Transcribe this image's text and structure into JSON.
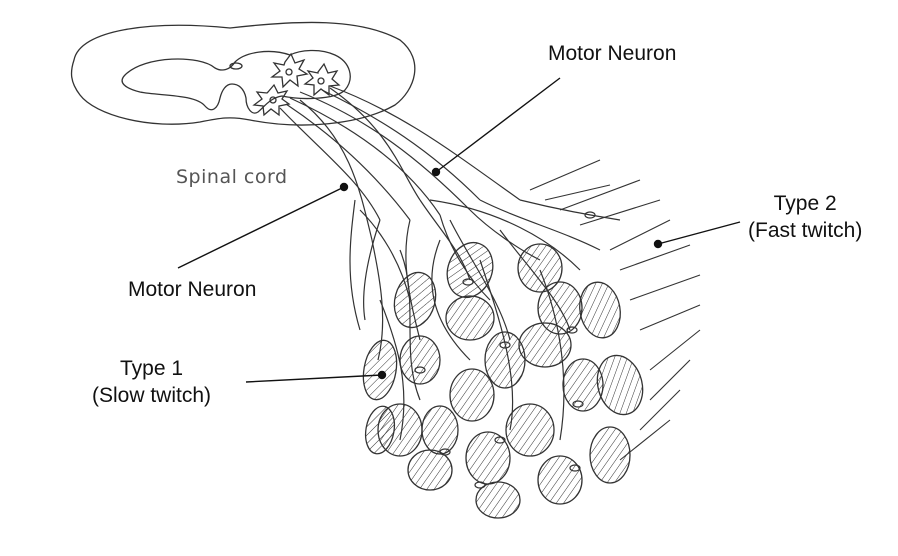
{
  "labels": {
    "spinal_cord": "Spinal cord",
    "motor_neuron_top": "Motor Neuron",
    "motor_neuron_bottom": "Motor Neuron",
    "type2_line1": "Type 2",
    "type2_line2": "(Fast twitch)",
    "type1_line1": "Type 1",
    "type1_line2": "(Slow twitch)"
  },
  "colors": {
    "ink": "#333333",
    "text": "#111111",
    "handwriting": "#555555"
  }
}
